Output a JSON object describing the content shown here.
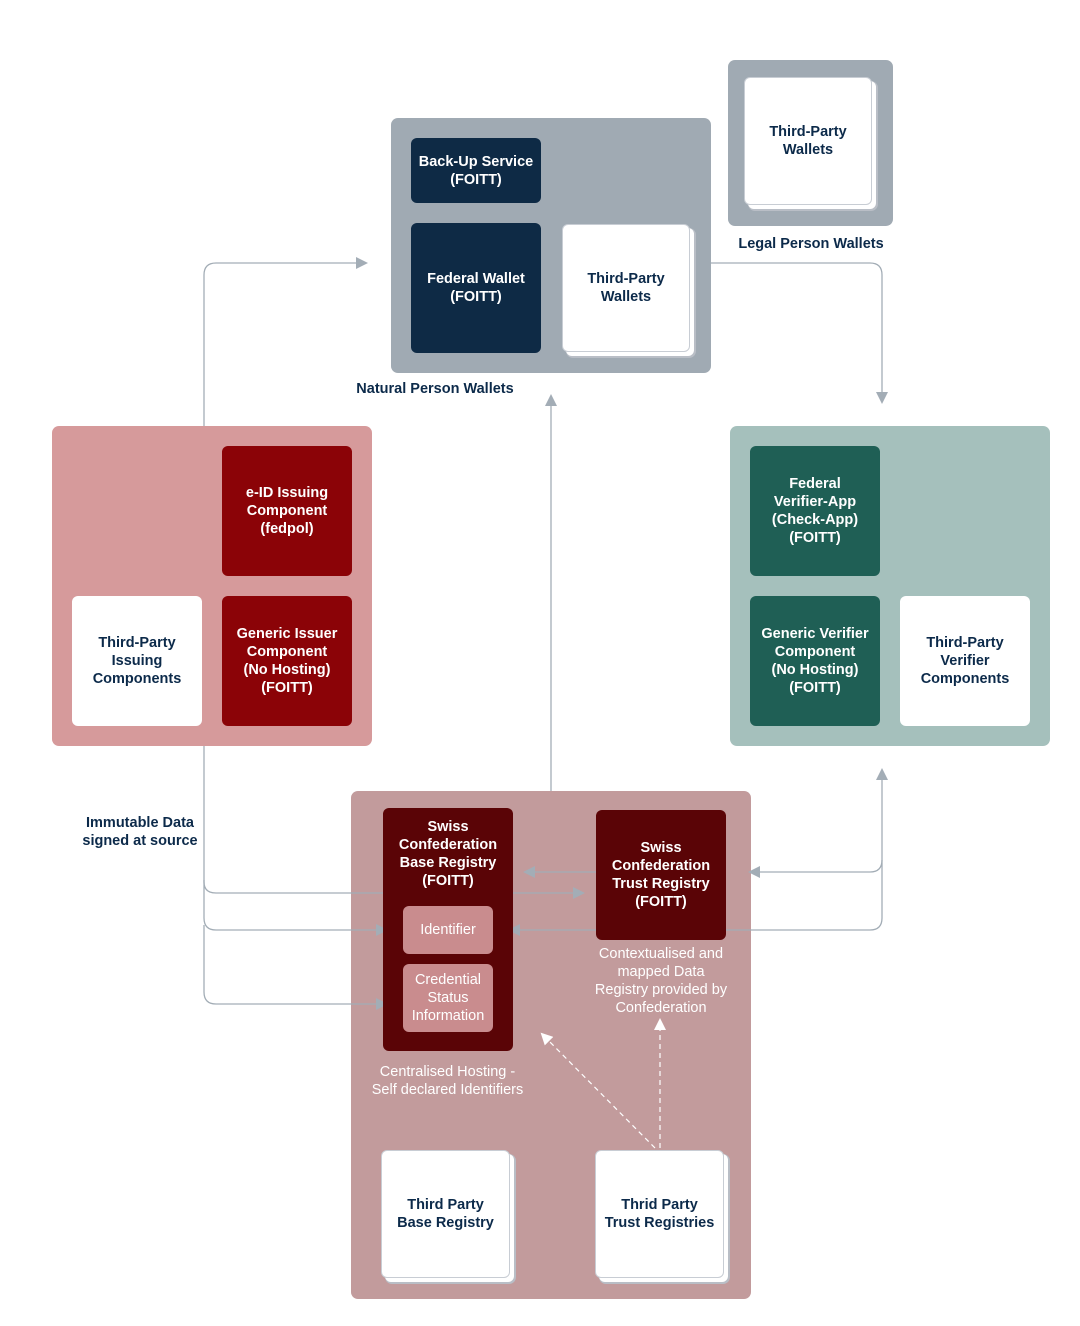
{
  "natural_person_wallets": {
    "label": "Natural Person Wallets",
    "backup_service": "Back-Up Service\n(FOITT)",
    "federal_wallet": "Federal Wallet\n(FOITT)",
    "third_party_wallets": "Third-Party\nWallets"
  },
  "legal_person_wallets": {
    "label": "Legal Person Wallets",
    "third_party_wallets": "Third-Party\nWallets"
  },
  "issuer": {
    "eid_issuing": "e-ID Issuing\nComponent\n(fedpol)",
    "third_party_issuing": "Third-Party\nIssuing\nComponents",
    "generic_issuer": "Generic Issuer\nComponent\n(No Hosting)\n(FOITT)"
  },
  "verifier": {
    "federal_verifier_app": "Federal\nVerifier-App\n(Check-App)\n(FOITT)",
    "generic_verifier": "Generic Verifier\nComponent\n(No Hosting)\n(FOITT)",
    "third_party_verifier": "Third-Party\nVerifier\nComponents"
  },
  "immutable_data_label": "Immutable Data\nsigned at source",
  "registries": {
    "base_registry": "Swiss\nConfederation\nBase Registry\n(FOITT)",
    "identifier": "Identifier",
    "credential_status": "Credential\nStatus\nInformation",
    "trust_registry": "Swiss\nConfederation\nTrust Registry\n(FOITT)",
    "trust_registry_caption": "Contextualised and\nmapped Data\nRegistry provided by\nConfederation",
    "centralised_hosting": "Centralised Hosting -\nSelf declared Identifiers",
    "third_party_base": "Third Party\nBase Registry",
    "third_party_trust": "Thrid Party\nTrust Registries"
  },
  "colors": {
    "wallet_group": "#a0aab3",
    "issuer_group": "#d69a9b",
    "verifier_group": "#a5c0bc",
    "registry_group": "#c29b9c",
    "connector": "#a3adb6"
  }
}
